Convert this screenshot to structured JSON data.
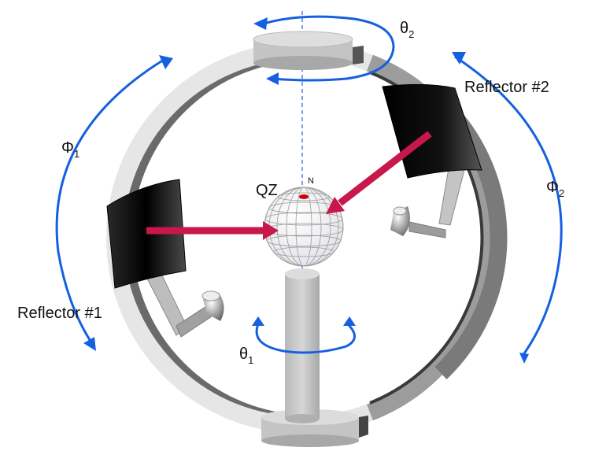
{
  "labels": {
    "reflector1": "Reflector #1",
    "reflector2": "Reflector #2",
    "qz": "QZ",
    "north": "N",
    "phi1": {
      "symbol": "Φ",
      "sub": "1"
    },
    "phi2": {
      "symbol": "Φ",
      "sub": "2"
    },
    "theta1": {
      "symbol": "θ",
      "sub": "1"
    },
    "theta2": {
      "symbol": "θ",
      "sub": "2"
    }
  },
  "colors": {
    "rotation_arrow": "#1560e0",
    "beam": "#c8174a",
    "axis": "#2a5bd8",
    "reflector": "#0a0a0a",
    "ring_light": "#e6e6e6",
    "ring_dark": "#5a5a5a",
    "qz_grid": "#9a9a9a",
    "north_marker": "#cc0000"
  },
  "icons": {
    "rotation": "curved-double-arrow-icon",
    "beam": "straight-arrow-icon"
  }
}
